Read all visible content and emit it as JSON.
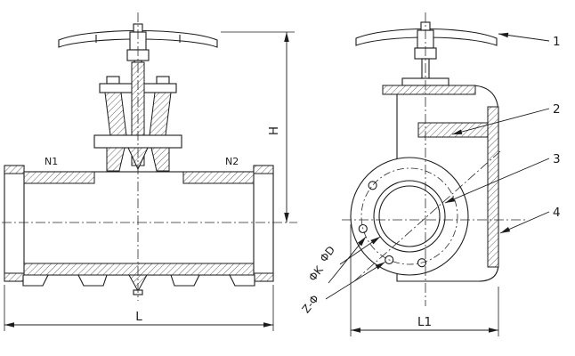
{
  "labels": {
    "port_left": "N1",
    "port_right": "N2",
    "dim_height": "H",
    "dim_length": "L",
    "dim_length_side": "L1",
    "dia_outer": "ΦD",
    "dia_bolt_circle": "ΦK",
    "bolt_holes": "Z-Φ"
  },
  "callouts": [
    {
      "num": "1"
    },
    {
      "num": "2"
    },
    {
      "num": "3"
    },
    {
      "num": "4"
    }
  ],
  "colors": {
    "line": "#1c1c1c",
    "background": "#ffffff"
  }
}
